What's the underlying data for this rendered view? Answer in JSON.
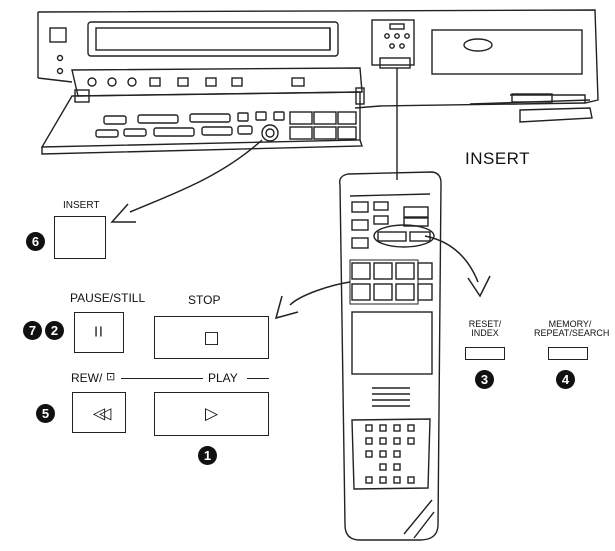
{
  "labels": {
    "insert_large": "INSERT",
    "insert_small": "INSERT",
    "pause_still": "PAUSE/STILL",
    "stop": "STOP",
    "rew": "REW/",
    "play": "PLAY",
    "reset_index": "RESET/\nINDEX",
    "memory_repeat_search": "MEMORY/\nREPEAT/SEARCH"
  },
  "callouts": {
    "n1": "1",
    "n2": "2",
    "n3": "3",
    "n4": "4",
    "n5": "5",
    "n6": "6",
    "n7": "7"
  },
  "glyphs": {
    "pause": "II",
    "stop": "□",
    "rewind": "◁◁",
    "play": "▷",
    "rew_symbol": "⊡"
  }
}
